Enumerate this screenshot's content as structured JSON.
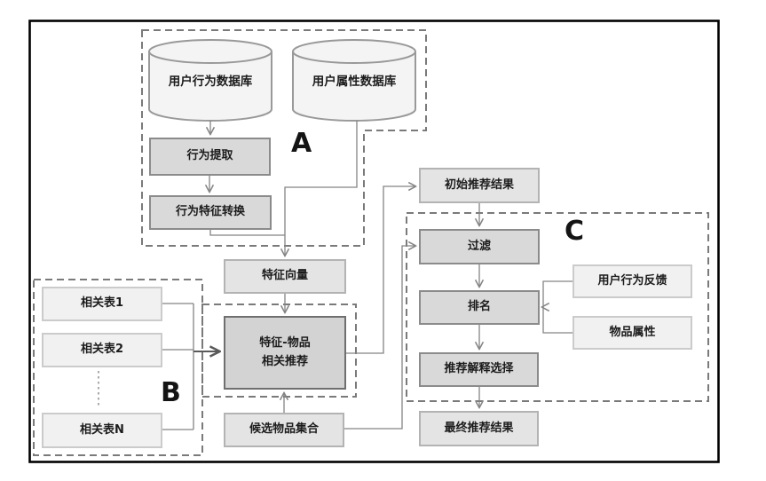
{
  "diagram": {
    "group_labels": {
      "a": "A",
      "b": "B",
      "c": "C"
    },
    "databases": {
      "behavior": "用户行为数据库",
      "attribute": "用户属性数据库"
    },
    "nodes": {
      "extract": "行为提取",
      "transform": "行为特征转换",
      "feature_vector": "特征向量",
      "feature_item_line1": "特征-物品",
      "feature_item_line2": "相关推荐",
      "initial_result": "初始推荐结果",
      "filter": "过滤",
      "rank": "排名",
      "explain_select": "推荐解释选择",
      "final_result": "最终推荐结果",
      "user_feedback": "用户行为反馈",
      "item_attribute": "物品属性",
      "related_table_1": "相关表1",
      "related_table_2": "相关表2",
      "related_table_n": "相关表N",
      "candidate_items": "候选物品集合"
    },
    "colors": {
      "connector": "#848484",
      "dashed_outline": "#7a7a7a",
      "process_fill": "#d9d9d9",
      "process_border": "#8b8b8b",
      "result_fill": "#e4e4e4",
      "result_border": "#b3b3b3",
      "input_fill": "#f1f1f1",
      "input_border": "#cbcbcb",
      "cylinder_fill": "#f4f4f4",
      "cylinder_border": "#999999",
      "frame_border": "#000000"
    }
  }
}
